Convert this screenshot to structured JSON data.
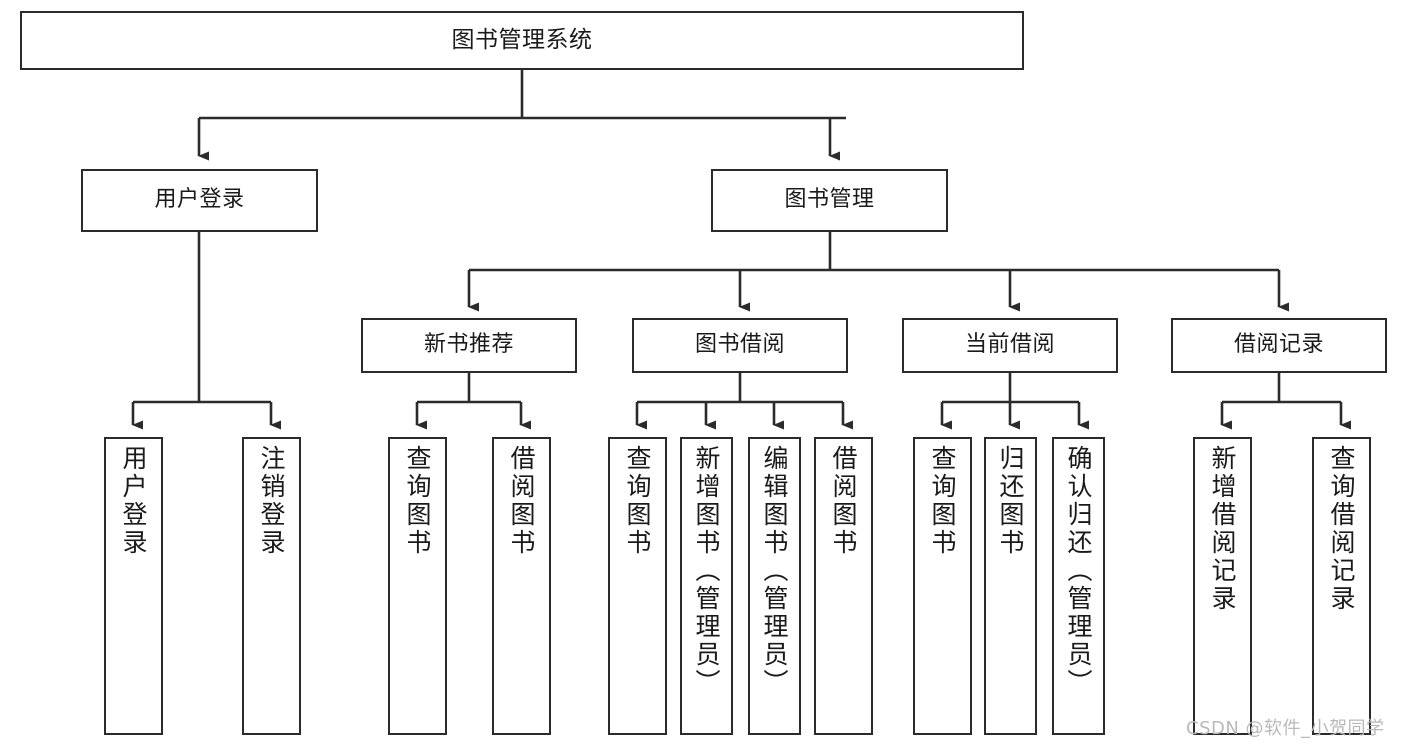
{
  "diagram": {
    "type": "tree",
    "title": "图书管理系统",
    "watermark": "CSDN @软件_小贺同学",
    "colors": {
      "box_border": "#2b2b2b",
      "box_fill": "#ffffff",
      "line": "#2b2b2b",
      "text": "#1a1a1a",
      "watermark": "#b9b9b9"
    },
    "nodes": {
      "root": {
        "label": "图书管理系统"
      },
      "level2": [
        {
          "label": "用户登录"
        },
        {
          "label": "图书管理"
        }
      ],
      "level3": [
        {
          "label": "新书推荐"
        },
        {
          "label": "图书借阅"
        },
        {
          "label": "当前借阅"
        },
        {
          "label": "借阅记录"
        }
      ],
      "leaves": {
        "user_login": [
          {
            "label": "用户登录"
          },
          {
            "label": "注销登录"
          }
        ],
        "new_book": [
          {
            "label": "查询图书"
          },
          {
            "label": "借阅图书"
          }
        ],
        "book_borrow": [
          {
            "label": "查询图书"
          },
          {
            "label": "新增图书（管理员）"
          },
          {
            "label": "编辑图书（管理员）"
          },
          {
            "label": "借阅图书"
          }
        ],
        "current_borrow": [
          {
            "label": "查询图书"
          },
          {
            "label": "归还图书"
          },
          {
            "label": "确认归还（管理员）"
          }
        ],
        "borrow_record": [
          {
            "label": "新增借阅记录"
          },
          {
            "label": "查询借阅记录"
          }
        ]
      }
    }
  }
}
